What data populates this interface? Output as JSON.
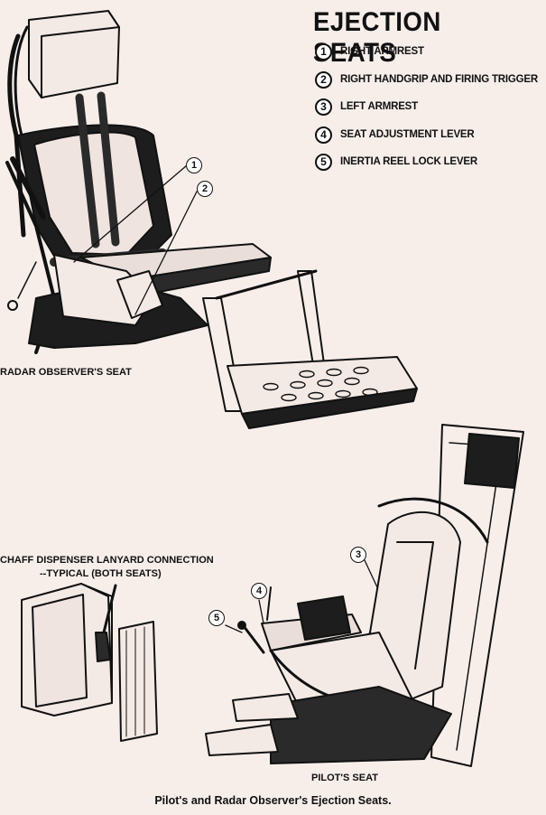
{
  "title": "EJECTION SEATS",
  "legend": [
    {
      "num": "1",
      "text": "RIGHT ARMREST"
    },
    {
      "num": "2",
      "text": "RIGHT HANDGRIP AND FIRING TRIGGER"
    },
    {
      "num": "3",
      "text": "LEFT ARMREST"
    },
    {
      "num": "4",
      "text": "SEAT ADJUSTMENT LEVER"
    },
    {
      "num": "5",
      "text": "INERTIA REEL LOCK LEVER"
    }
  ],
  "labels": {
    "radar_seat": "RADAR OBSERVER'S SEAT",
    "chaff_line1": "CHAFF DISPENSER LANYARD CONNECTION",
    "chaff_line2": "--TYPICAL (BOTH SEATS)",
    "pilot_seat": "PILOT'S SEAT"
  },
  "callouts": {
    "c1": "1",
    "c2": "2",
    "c3": "3",
    "c4": "4",
    "c5": "5"
  },
  "caption": "Pilot's and Radar Observer's Ejection Seats."
}
